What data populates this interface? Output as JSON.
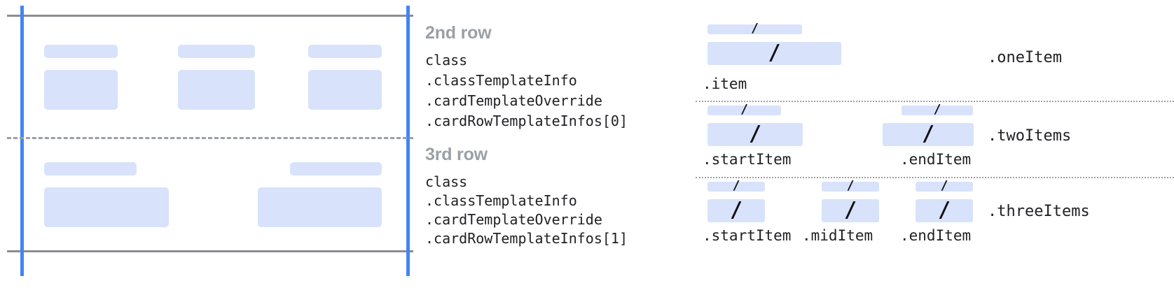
{
  "diagram": {
    "title_hidden": "",
    "colors": {
      "placeholder_fill": "#d8e2fb",
      "guide_blue": "#4285f4",
      "rule_gray": "#8a8d91",
      "heading_gray": "#9aa0a6",
      "text_dark": "#202124"
    }
  },
  "left_panel": {
    "rows": [
      {
        "name": "2nd row",
        "columns": [
          {
            "label_bar": "",
            "content_box": ""
          },
          {
            "label_bar": "",
            "content_box": ""
          },
          {
            "label_bar": "",
            "content_box": ""
          }
        ]
      },
      {
        "name": "3rd row",
        "columns": [
          {
            "label_bar": "",
            "content_box": ""
          },
          {
            "label_bar": "",
            "content_box": ""
          }
        ]
      }
    ]
  },
  "mid_panel": {
    "blocks": [
      {
        "heading": "2nd row",
        "lines": [
          "class",
          ".classTemplateInfo",
          ".cardTemplateOverride",
          ".cardRowTemplateInfos[0]"
        ]
      },
      {
        "heading": "3rd row",
        "lines": [
          "class",
          ".classTemplateInfo",
          ".cardTemplateOverride",
          ".cardRowTemplateInfos[1]"
        ]
      }
    ]
  },
  "right_panel": {
    "slash_glyph": "/",
    "groups": [
      {
        "name": ".oneItem",
        "items": [
          {
            "label": ".item"
          }
        ]
      },
      {
        "name": ".twoItems",
        "items": [
          {
            "label": ".startItem"
          },
          {
            "label": ".endItem"
          }
        ]
      },
      {
        "name": ".threeItems",
        "items": [
          {
            "label": ".startItem"
          },
          {
            "label": ".midItem"
          },
          {
            "label": ".endItem"
          }
        ]
      }
    ]
  }
}
